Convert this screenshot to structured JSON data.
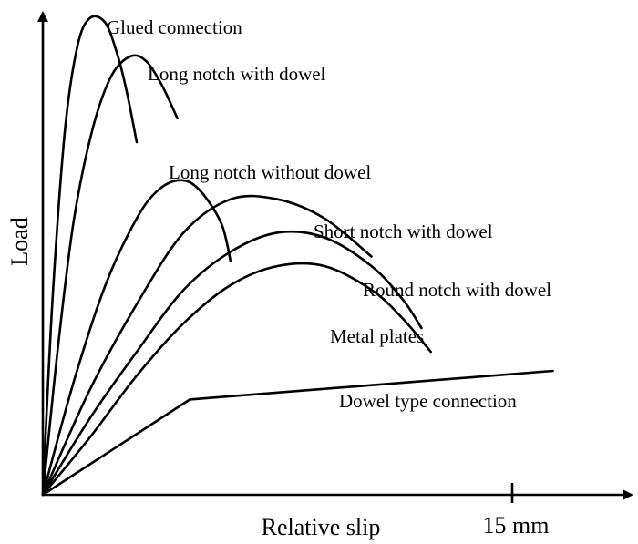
{
  "chart_data": {
    "type": "line",
    "title": "",
    "xlabel": "Relative slip",
    "ylabel": "Load",
    "x_tick_label": "15 mm",
    "x_tick_value": 15,
    "xlim": [
      0,
      18
    ],
    "ylim": [
      0,
      100
    ],
    "grid": false,
    "legend": "none",
    "series": [
      {
        "name": "Glued connection",
        "x": [
          0,
          0.3,
          0.7,
          1.1,
          1.5,
          2.0,
          2.4,
          2.7,
          3.0
        ],
        "y": [
          0,
          40,
          76,
          94,
          100,
          99,
          92,
          84,
          74
        ]
      },
      {
        "name": "Long notch with dowel",
        "x": [
          0,
          0.5,
          1.0,
          1.6,
          2.2,
          2.8,
          3.3,
          3.8,
          4.3
        ],
        "y": [
          0,
          32,
          58,
          77,
          88,
          92,
          91,
          86,
          79
        ]
      },
      {
        "name": "Long notch without dowel",
        "x": [
          0,
          1.0,
          2.0,
          3.0,
          3.7,
          4.4,
          5.0,
          5.7,
          6.0
        ],
        "y": [
          0,
          24,
          44,
          58,
          64,
          66,
          64,
          57,
          49
        ]
      },
      {
        "name": "Short notch with dowel",
        "x": [
          0,
          1.5,
          3.0,
          4.5,
          6.0,
          7.5,
          9.0,
          10.5
        ],
        "y": [
          0,
          22,
          40,
          55,
          62,
          62,
          58,
          50
        ]
      },
      {
        "name": "Round notch with dowel",
        "x": [
          0,
          1.5,
          3.0,
          4.5,
          6.0,
          7.5,
          9.0,
          10.5,
          11.5,
          12.1
        ],
        "y": [
          0,
          16,
          30,
          43,
          51,
          55,
          54,
          48,
          41,
          35
        ]
      },
      {
        "name": "Metal plates",
        "x": [
          0,
          1.5,
          3.0,
          4.5,
          6.0,
          7.5,
          9.0,
          10.5,
          11.5,
          12.4
        ],
        "y": [
          0,
          12,
          25,
          36,
          44,
          48,
          48,
          43,
          37,
          30
        ]
      },
      {
        "name": "Dowel type connection",
        "x": [
          0,
          4.7,
          16.3
        ],
        "y": [
          0,
          20,
          26
        ]
      }
    ]
  }
}
